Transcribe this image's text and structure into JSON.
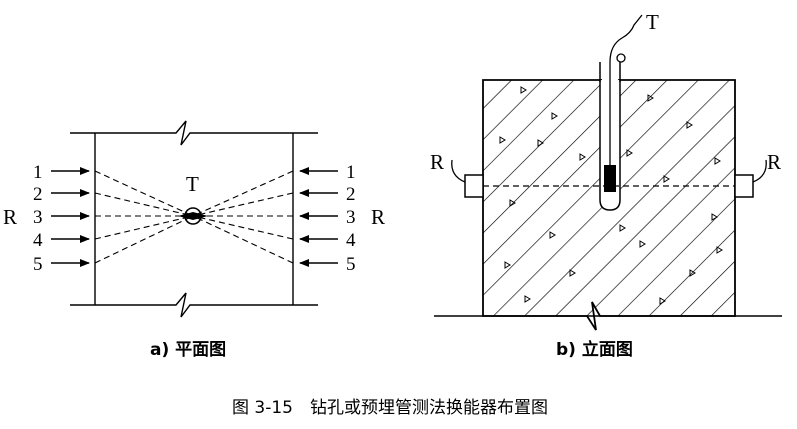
{
  "figure_caption": "图 3-15　钻孔或预埋管测法换能器布置图",
  "panel_a": {
    "caption": "a) 平面图",
    "transmitter_label": "T",
    "receiver_label_left": "R",
    "receiver_label_right": "R",
    "left_numbers": [
      "1",
      "2",
      "3",
      "4",
      "5"
    ],
    "right_numbers": [
      "1",
      "2",
      "3",
      "4",
      "5"
    ]
  },
  "panel_b": {
    "caption": "b) 立面图",
    "transmitter_label": "T",
    "receiver_label_left": "R",
    "receiver_label_right": "R"
  }
}
